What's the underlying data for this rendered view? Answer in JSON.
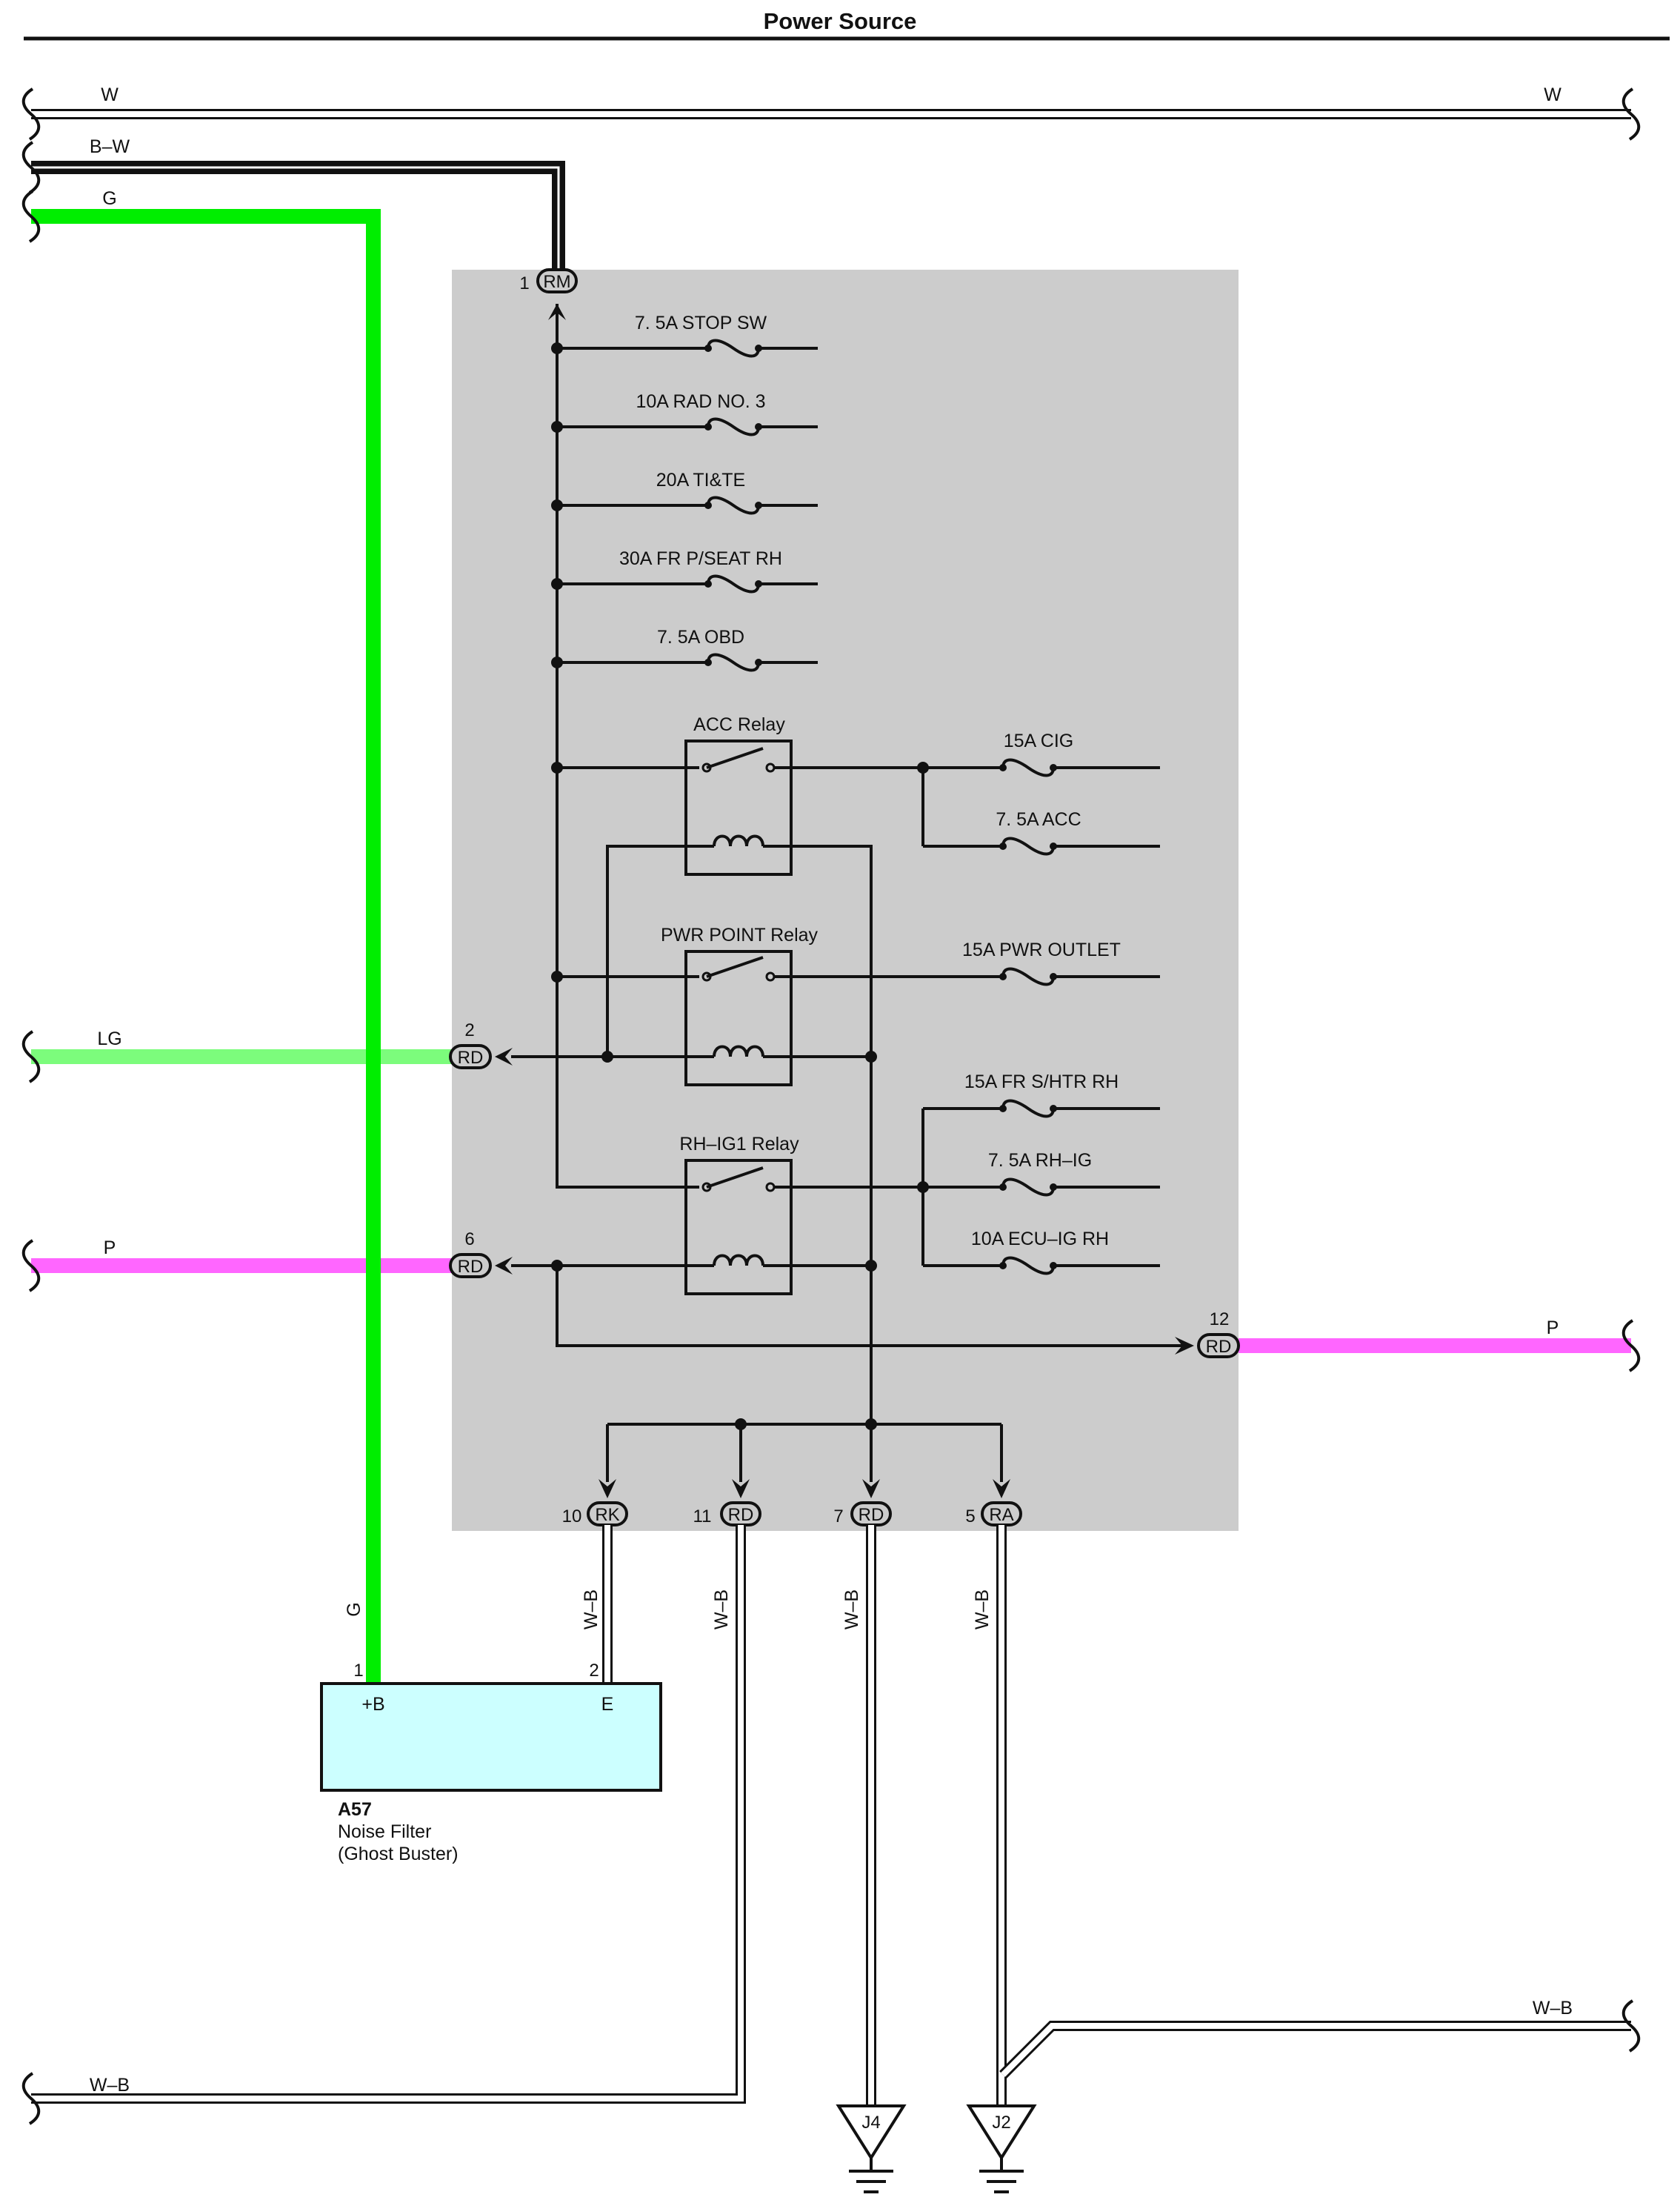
{
  "title": "Power Source",
  "colors": {
    "W": "#ffffff",
    "B-W": "#111111",
    "G": "#00ee00",
    "LG": "#7cfc7c",
    "P": "#ff66ff",
    "W-B": "#ffffff",
    "panel": "#cccccc",
    "noise_filter": "#ccffff"
  },
  "wires": {
    "w_left": "W",
    "w_right": "W",
    "bw": "B–W",
    "g_top": "G",
    "lg": "LG",
    "p_left": "P",
    "p_right": "P",
    "g_vertical": "G",
    "wb_1": "W–B",
    "wb_2": "W–B",
    "wb_3": "W–B",
    "wb_4": "W–B",
    "wb_bottom_left": "W–B",
    "wb_bottom_right": "W–B"
  },
  "connectors": {
    "rm": {
      "code": "RM",
      "pin": "1"
    },
    "rd2": {
      "code": "RD",
      "pin": "2"
    },
    "rd6": {
      "code": "RD",
      "pin": "6"
    },
    "rd12": {
      "code": "RD",
      "pin": "12"
    },
    "rk10": {
      "code": "RK",
      "pin": "10"
    },
    "rd11": {
      "code": "RD",
      "pin": "11"
    },
    "rd7": {
      "code": "RD",
      "pin": "7"
    },
    "ra5": {
      "code": "RA",
      "pin": "5"
    }
  },
  "fuses": {
    "stop_sw": "7. 5A STOP SW",
    "rad3": "10A RAD NO. 3",
    "tite": "20A TI&TE",
    "pseat": "30A FR P/SEAT RH",
    "obd": "7. 5A OBD",
    "cig": "15A CIG",
    "acc": "7. 5A ACC",
    "pwr_outlet": "15A PWR OUTLET",
    "shtr": "15A FR S/HTR RH",
    "rhig": "7. 5A RH–IG",
    "ecuig": "10A ECU–IG RH"
  },
  "relays": {
    "acc": "ACC Relay",
    "pwr_point": "PWR POINT Relay",
    "rhig1": "RH–IG1 Relay"
  },
  "noise_filter": {
    "id": "A57",
    "name_line1": "Noise Filter",
    "name_line2": "(Ghost Buster)",
    "pin_b": "+B",
    "pin_e": "E",
    "pin1": "1",
    "pin2": "2"
  },
  "grounds": {
    "j4": "J4",
    "j2": "J2"
  }
}
